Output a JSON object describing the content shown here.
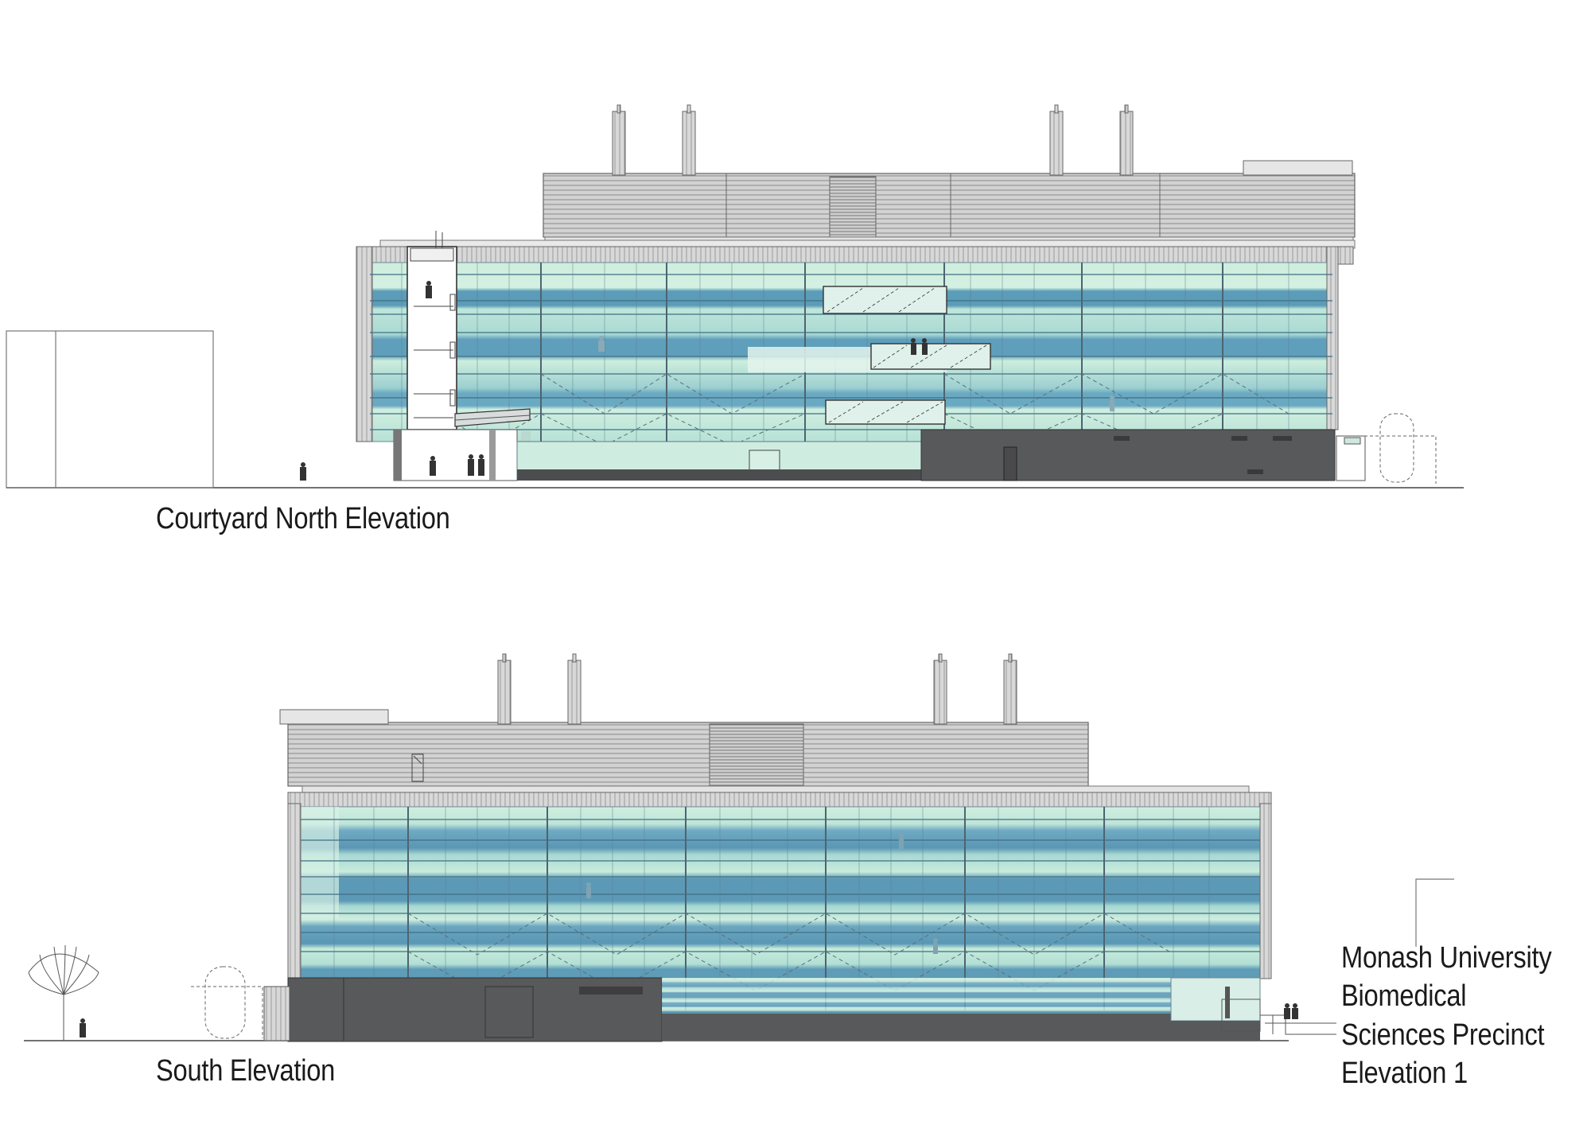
{
  "captions": {
    "north": "Courtyard North Elevation",
    "south": "South Elevation"
  },
  "title_block": {
    "line1": "Monash University",
    "line2": "Biomedical",
    "line3": "Sciences Precinct",
    "line4": "Elevation 1"
  },
  "colors": {
    "glass_light": "#cfeee0",
    "glass_mid": "#9fd0d2",
    "glass_teal": "#6aaac0",
    "glass_dark": "#4f90b0",
    "plinth": "#58595b",
    "plant_louvre": "#c8c8c8",
    "line": "#555555"
  }
}
